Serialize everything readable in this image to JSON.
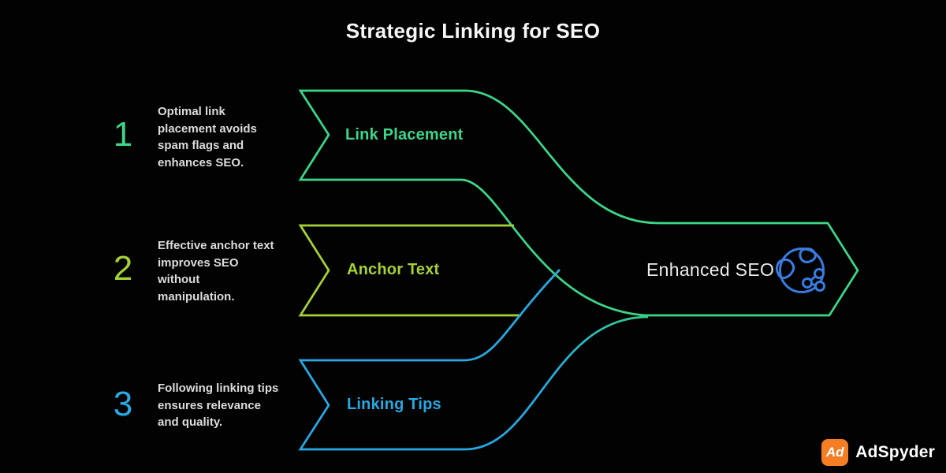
{
  "title": "Strategic Linking for SEO",
  "steps": [
    {
      "number": "1",
      "label": "Link Placement",
      "color": "#3dd689",
      "description": "Optimal link placement avoids spam flags and enhances SEO.",
      "desc_lines": [
        "Optimal link",
        "placement avoids",
        "spam flags and",
        "enhances SEO."
      ]
    },
    {
      "number": "2",
      "label": "Anchor Text",
      "color": "#a6d136",
      "description": "Effective anchor text improves SEO without manipulation.",
      "desc_lines": [
        "Effective anchor text",
        "improves SEO",
        "without",
        "manipulation."
      ]
    },
    {
      "number": "3",
      "label": "Linking Tips",
      "color": "#29a8e2",
      "description": "Following linking tips ensures relevance and quality.",
      "desc_lines": [
        "Following linking tips",
        "ensures relevance",
        "and quality."
      ]
    }
  ],
  "result": {
    "label": "Enhanced SEO",
    "icon": "globe-network-icon",
    "icon_color": "#3a7be0"
  },
  "branding": {
    "badge_text": "Ad",
    "name": "AdSpyder",
    "badge_color": "#f57d23"
  },
  "colors": {
    "background": "#020202",
    "title_text": "#f7f7f7",
    "body_text": "#dcdcdc",
    "green": "#3dd689",
    "lime": "#a6d136",
    "blue": "#29a8e2"
  }
}
